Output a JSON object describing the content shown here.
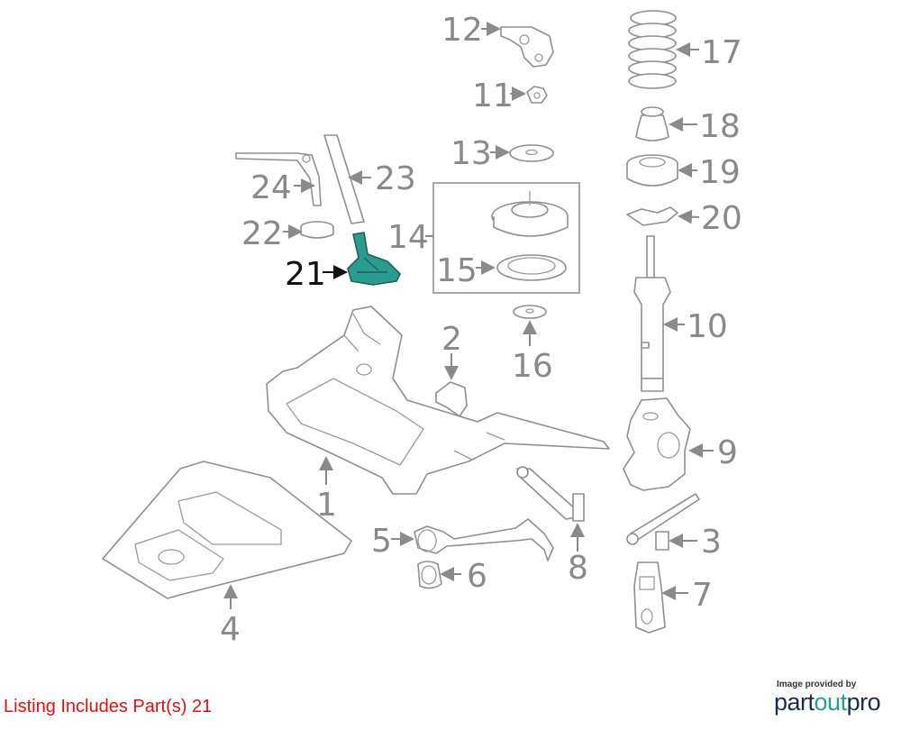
{
  "caption": "Listing Includes Part(s) 21",
  "credit": {
    "provided_by": "Image provided by",
    "logo_part1": "part",
    "logo_part2": "out",
    "logo_part3": "pro"
  },
  "highlight_color": "#2a9d8f",
  "caption_color": "#e01010",
  "highlighted_part": "21",
  "callouts": {
    "c1": "1",
    "c2": "2",
    "c3": "3",
    "c4": "4",
    "c5": "5",
    "c6": "6",
    "c7": "7",
    "c8": "8",
    "c9": "9",
    "c10": "10",
    "c11": "11",
    "c12": "12",
    "c13": "13",
    "c14": "14",
    "c15": "15",
    "c16": "16",
    "c17": "17",
    "c18": "18",
    "c19": "19",
    "c20": "20",
    "c21": "21",
    "c22": "22",
    "c23": "23",
    "c24": "24"
  }
}
